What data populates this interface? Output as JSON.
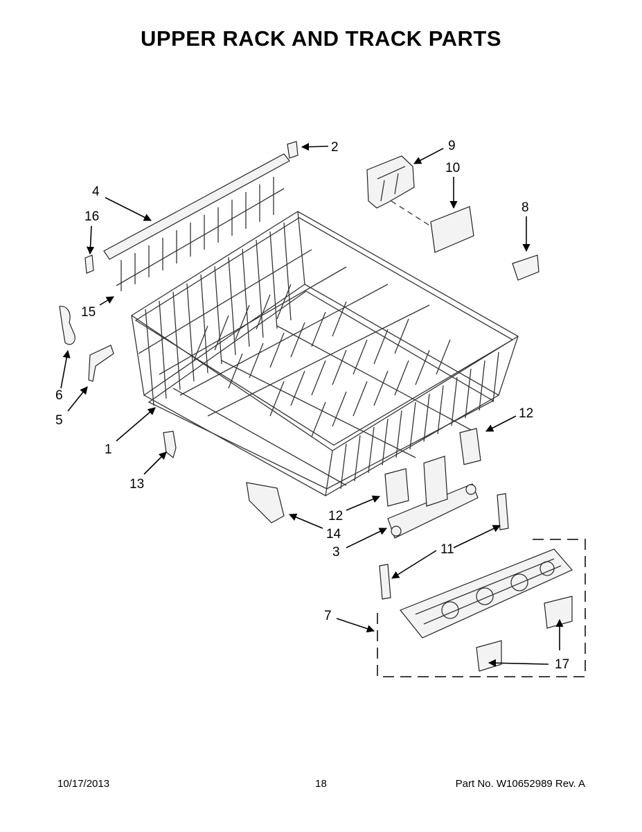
{
  "page": {
    "title": "UPPER RACK AND TRACK PARTS"
  },
  "callouts": [
    {
      "id": "c2",
      "label": "2"
    },
    {
      "id": "c9",
      "label": "9"
    },
    {
      "id": "c10",
      "label": "10"
    },
    {
      "id": "c4",
      "label": "4"
    },
    {
      "id": "c16",
      "label": "16"
    },
    {
      "id": "c8",
      "label": "8"
    },
    {
      "id": "c15",
      "label": "15"
    },
    {
      "id": "c6",
      "label": "6"
    },
    {
      "id": "c5",
      "label": "5"
    },
    {
      "id": "c1",
      "label": "1"
    },
    {
      "id": "c12a",
      "label": "12"
    },
    {
      "id": "c13",
      "label": "13"
    },
    {
      "id": "c12b",
      "label": "12"
    },
    {
      "id": "c14",
      "label": "14"
    },
    {
      "id": "c3",
      "label": "3"
    },
    {
      "id": "c11",
      "label": "11"
    },
    {
      "id": "c7",
      "label": "7"
    },
    {
      "id": "c17",
      "label": "17"
    }
  ],
  "footer": {
    "date": "10/17/2013",
    "page_number": "18",
    "part_info": "Part No.  W10652989  Rev.  A"
  }
}
